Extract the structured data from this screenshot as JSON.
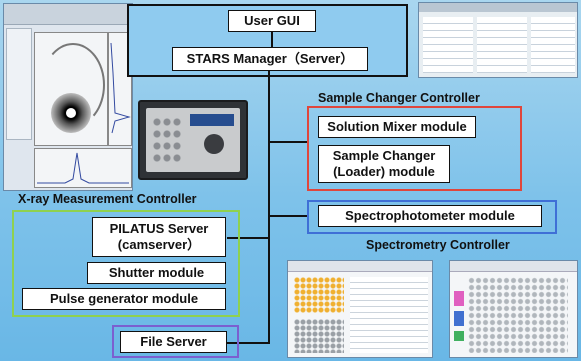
{
  "core": {
    "user_gui": "User GUI",
    "stars_manager": "STARS Manager（Server）"
  },
  "sample_changer": {
    "title": "Sample Changer Controller",
    "solution_mixer": "Solution Mixer module",
    "loader_line1": "Sample Changer",
    "loader_line2": "(Loader) module"
  },
  "xray": {
    "title": "X-ray Measurement Controller",
    "pilatus_line1": "PILATUS Server",
    "pilatus_line2": "(camserver）",
    "shutter": "Shutter module",
    "pulse": "Pulse generator module"
  },
  "spectrometry": {
    "title": "Spectrometry Controller",
    "spectrophotometer": "Spectrophotometer module"
  },
  "file_server": "File Server",
  "colors": {
    "red": "#e0463c",
    "green": "#8fd14f",
    "blue": "#3f6fd6",
    "purple": "#7b5fd0"
  }
}
